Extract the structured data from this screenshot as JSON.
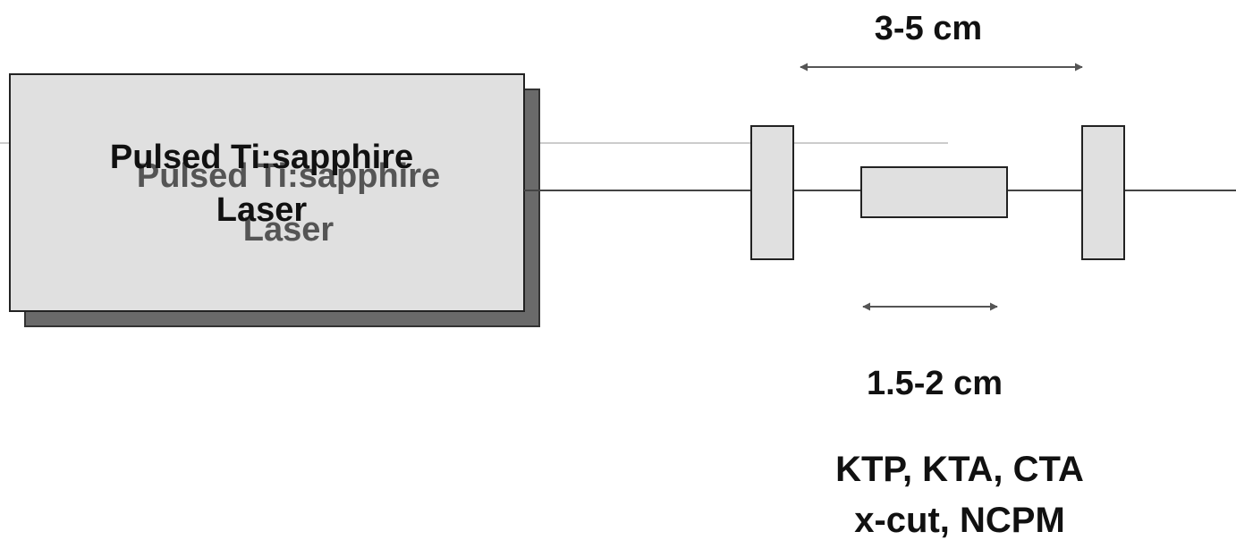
{
  "laser": {
    "title": "Pulsed Ti:sapphire",
    "subtitle": "Laser",
    "shadow_title": "Pulsed Ti:sapphire",
    "shadow_subtitle": "Laser"
  },
  "cavity": {
    "length_label": "3-5 cm"
  },
  "crystal": {
    "length_label": "1.5-2 cm",
    "materials": "KTP, KTA, CTA",
    "cut": "x-cut, NCPM"
  },
  "colors": {
    "box_fill": "#e0e0e0",
    "box_shadow": "#6a6a6a",
    "stroke": "#222222",
    "beam": "#444444",
    "arrow": "#555555",
    "text": "#111111",
    "shadow_text": "#555555"
  }
}
